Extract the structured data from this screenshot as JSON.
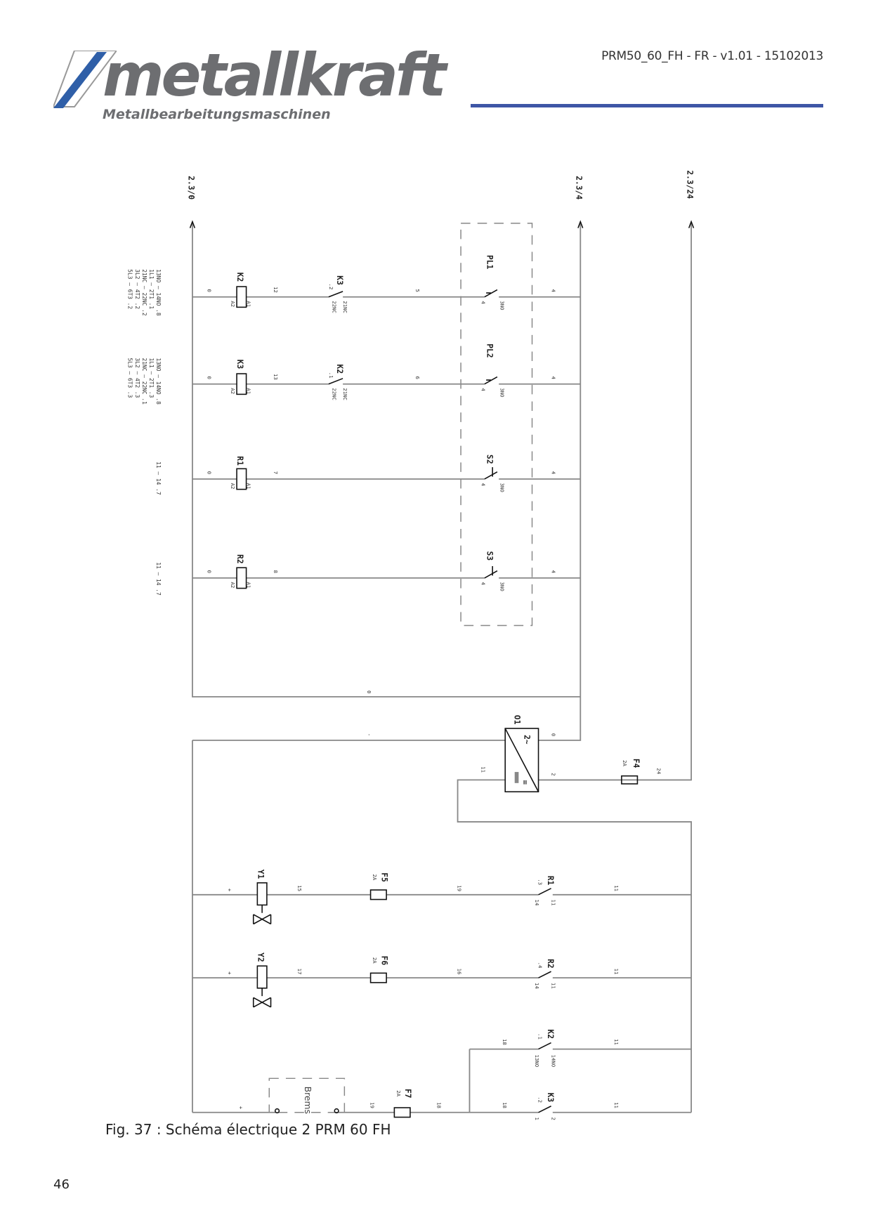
{
  "header": {
    "doc_ref": "PRM50_60_FH - FR - v1.01 - 15102013",
    "logo_text": "metallkraft",
    "logo_sub": "Metallbearbeitungsmaschinen",
    "accent": "#3e56a6"
  },
  "rails": [
    "2.3/0",
    "2.3/4",
    "2.3/24"
  ],
  "notes": {
    "k2": [
      "13NO — 14NO .8",
      "1L1 — 2T1 .1",
      "21NC — 22NC .2",
      "3L2 — 4T2 .2",
      "5L3 — 6T3 .2"
    ],
    "k3": [
      "13NO — 14NO .8",
      "1L1 — 2T1 .3",
      "21NC — 22NC .1",
      "3L2 — 4T2 .3",
      "5L3 — 6T3 .3"
    ],
    "r1": "11 — 14 .7",
    "r2": "11 — 14 .7"
  },
  "rung1": {
    "w0": "0",
    "w1": "12",
    "w2": "5",
    "w3": "4",
    "coil": "K2",
    "a1": "A1",
    "a2": "A2",
    "contact": "K3",
    "cref": ".2",
    "c1": "21NC",
    "c2": "22NC",
    "sw": "PL1",
    "s1": "3NO",
    "s2": "4"
  },
  "rung2": {
    "w0": "0",
    "w1": "13",
    "w2": "6",
    "w3": "4",
    "coil": "K3",
    "a1": "A1",
    "a2": "A2",
    "contact": "K2",
    "cref": ".1",
    "c1": "21NC",
    "c2": "22NC",
    "sw": "PL2",
    "s1": "3NO",
    "s2": "4"
  },
  "rung3": {
    "w0": "0",
    "w1": "7",
    "w3": "4",
    "coil": "R1",
    "a1": "A1",
    "a2": "A2",
    "sw": "S2",
    "s1": "3NO",
    "s2": "4"
  },
  "rung4": {
    "w0": "0",
    "w1": "8",
    "w3": "4",
    "coil": "R2",
    "a1": "A1",
    "a2": "A2",
    "sw": "S3",
    "s1": "3NO",
    "s2": "4"
  },
  "supply": {
    "w_bottom": "0",
    "w_minus": "-",
    "w_zero": "0",
    "w_plus": "2",
    "w_in": "11",
    "w_24": "24",
    "unit": "O1",
    "ac": "2~",
    "dc": "=",
    "fuse": "F4",
    "fuse_rating": "2A"
  },
  "valve1": {
    "w0": "+",
    "w1": "15",
    "w2": "19",
    "w3": "11",
    "coil": "Y1",
    "fuse": "F5",
    "rating": "2A",
    "contact": "R1",
    "cref": ".3",
    "c1": "14",
    "c2": "11"
  },
  "valve2": {
    "w0": "+",
    "w1": "17",
    "w2": "16",
    "w3": "11",
    "coil": "Y2",
    "fuse": "F6",
    "rating": "2A",
    "contact": "R2",
    "cref": ".4",
    "c1": "14",
    "c2": "11"
  },
  "rung_k2": {
    "w1": "18",
    "w3": "11",
    "contact": "K2",
    "cref": ".1",
    "c1": "13NO",
    "c2": "14NO"
  },
  "brake": {
    "w0": "+",
    "w1": "19",
    "w2": "18",
    "w3": "18",
    "w4": "11",
    "label": "Brems",
    "fuse": "F7",
    "rating": "2A",
    "contact": "K3",
    "cref": ".2",
    "c1": "1",
    "c2": "2"
  },
  "caption": "Fig. 37 : Schéma électrique 2 PRM 60 FH",
  "page_number": "46"
}
